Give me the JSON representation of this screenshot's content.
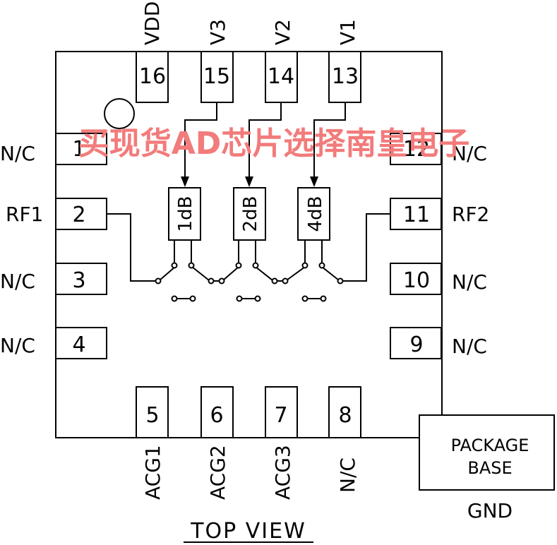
{
  "pins": {
    "p1": {
      "num": "1",
      "label": "N/C"
    },
    "p2": {
      "num": "2",
      "label": "RF1"
    },
    "p3": {
      "num": "3",
      "label": "N/C"
    },
    "p4": {
      "num": "4",
      "label": "N/C"
    },
    "p5": {
      "num": "5",
      "label": "ACG1"
    },
    "p6": {
      "num": "6",
      "label": "ACG2"
    },
    "p7": {
      "num": "7",
      "label": "ACG3"
    },
    "p8": {
      "num": "8",
      "label": "N/C"
    },
    "p9": {
      "num": "9",
      "label": "N/C"
    },
    "p10": {
      "num": "10",
      "label": "N/C"
    },
    "p11": {
      "num": "11",
      "label": "RF2"
    },
    "p12": {
      "num": "12",
      "label": "N/C"
    },
    "p13": {
      "num": "13",
      "label": "V1"
    },
    "p14": {
      "num": "14",
      "label": "V2"
    },
    "p15": {
      "num": "15",
      "label": "V3"
    },
    "p16": {
      "num": "16",
      "label": "VDD"
    }
  },
  "attenuators": [
    "1dB",
    "2dB",
    "4dB"
  ],
  "package_base": {
    "line1": "PACKAGE",
    "line2": "BASE",
    "gnd": "GND"
  },
  "view_label": "TOP VIEW",
  "watermark": "买现货AD芯片选择南皇电子",
  "colors": {
    "line": "#000000",
    "watermark": "#f27b7b"
  }
}
